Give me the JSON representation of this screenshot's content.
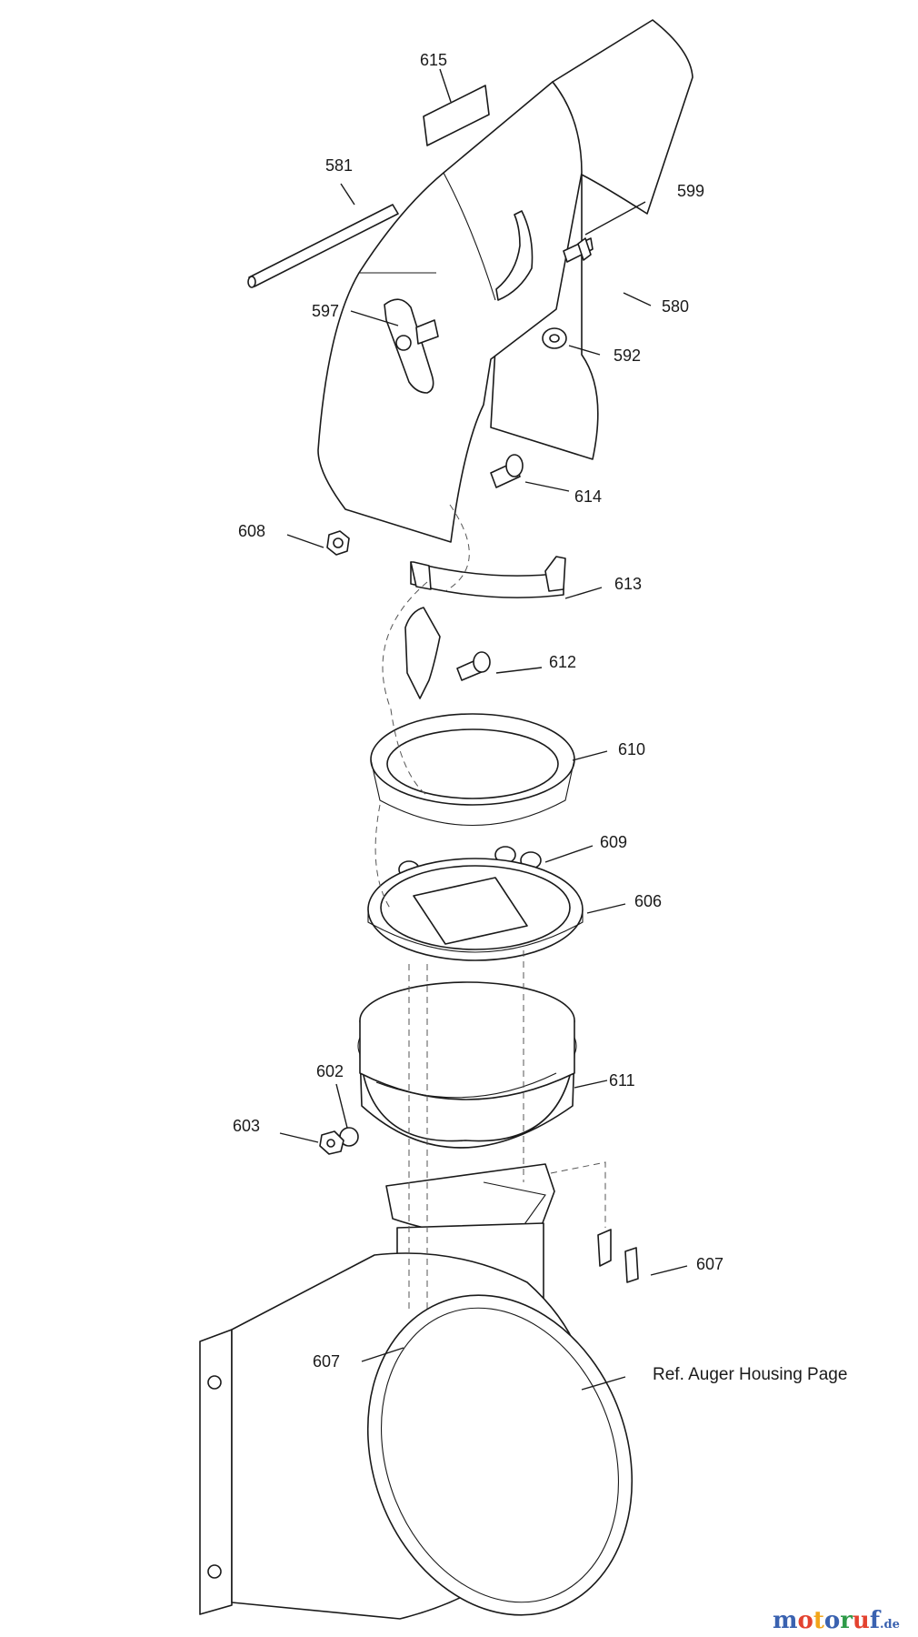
{
  "callouts": {
    "p615": "615",
    "p581": "581",
    "p599": "599",
    "p580": "580",
    "p597": "597",
    "p592": "592",
    "p614": "614",
    "p608": "608",
    "p613": "613",
    "p612": "612",
    "p610": "610",
    "p609": "609",
    "p606": "606",
    "p602": "602",
    "p611": "611",
    "p603": "603",
    "p607a": "607",
    "p607b": "607"
  },
  "reference_note": "Ref. Auger Housing Page",
  "watermark": {
    "letters": [
      "m",
      "o",
      "t",
      "o",
      "r",
      "u",
      "f"
    ],
    "letter_colors": [
      "#3a62b0",
      "#e3422f",
      "#f2a51a",
      "#3a62b0",
      "#2e9a48",
      "#e3422f",
      "#3a62b0"
    ],
    "suffix": ".de",
    "suffix_color": "#3a62b0"
  }
}
